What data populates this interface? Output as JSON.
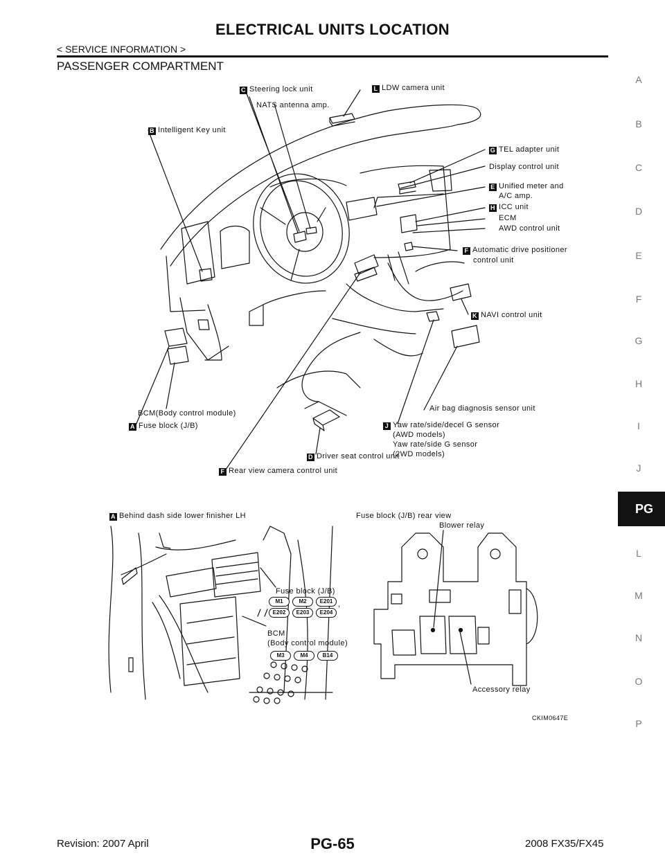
{
  "header": {
    "title": "ELECTRICAL UNITS LOCATION",
    "breadcrumb": "< SERVICE INFORMATION >",
    "section": "PASSENGER COMPARTMENT"
  },
  "side_tabs": [
    "A",
    "B",
    "C",
    "D",
    "E",
    "F",
    "G",
    "H",
    "I",
    "J",
    "PG",
    "L",
    "M",
    "N",
    "O",
    "P"
  ],
  "active_tab": "PG",
  "upper_labels": {
    "steering_lock": {
      "key": "C",
      "text": "Steering lock unit"
    },
    "ldw_camera": {
      "key": "L",
      "text": "LDW camera unit"
    },
    "nats": {
      "text": "NATS antenna amp."
    },
    "intelligent_key": {
      "key": "B",
      "text": "Intelligent Key unit"
    },
    "tel_adapter": {
      "key": "G",
      "text": "TEL adapter unit"
    },
    "display_control": {
      "text": "Display control unit"
    },
    "unified_meter_1": {
      "key": "E",
      "text": "Unified meter and"
    },
    "unified_meter_2": {
      "text": "A/C amp."
    },
    "icc_unit": {
      "key": "H",
      "text": "ICC unit"
    },
    "ecm": {
      "text": "ECM"
    },
    "awd_control": {
      "text": "AWD control unit"
    },
    "adp_1": {
      "key": "F",
      "text": "Automatic drive positioner"
    },
    "adp_2": {
      "text": "control unit"
    },
    "navi": {
      "key": "K",
      "text": "NAVI control unit"
    },
    "airbag": {
      "text": "Air bag diagnosis sensor unit"
    },
    "bcm": {
      "text": "BCM(Body control module)"
    },
    "fuse_block": {
      "key": "A",
      "text": "Fuse block (J/B)"
    },
    "yaw_1": {
      "key": "J",
      "text": "Yaw rate/side/decel G sensor"
    },
    "yaw_2": {
      "text": "(AWD models)"
    },
    "yaw_3": {
      "text": "Yaw rate/side G sensor"
    },
    "yaw_4": {
      "text": "(2WD models)"
    },
    "driver_seat": {
      "key": "D",
      "text": "Driver seat control unit"
    },
    "rear_view": {
      "key": "F",
      "text": "Rear view camera control unit"
    }
  },
  "lower_labels": {
    "behind_dash": {
      "key": "A",
      "text": "Behind dash side lower finisher LH"
    },
    "fuse_rear_view": {
      "text": "Fuse block (J/B) rear view"
    },
    "blower_relay": {
      "text": "Blower relay"
    },
    "fuse_block": {
      "text": "Fuse block (J/B)"
    },
    "bcm_1": {
      "text": "BCM"
    },
    "bcm_2": {
      "text": "(Body control module)"
    },
    "accessory_relay": {
      "text": "Accessory relay"
    },
    "fuse_connectors_row1": [
      "M1",
      "M2",
      "E201"
    ],
    "fuse_connectors_row2": [
      "E202",
      "E203",
      "E204"
    ],
    "bcm_connectors": [
      "M3",
      "M4",
      "B14"
    ],
    "comma": ","
  },
  "figure_code": "CKIM0647E",
  "footer": {
    "revision": "Revision: 2007 April",
    "page": "PG-65",
    "model": "2008 FX35/FX45"
  }
}
